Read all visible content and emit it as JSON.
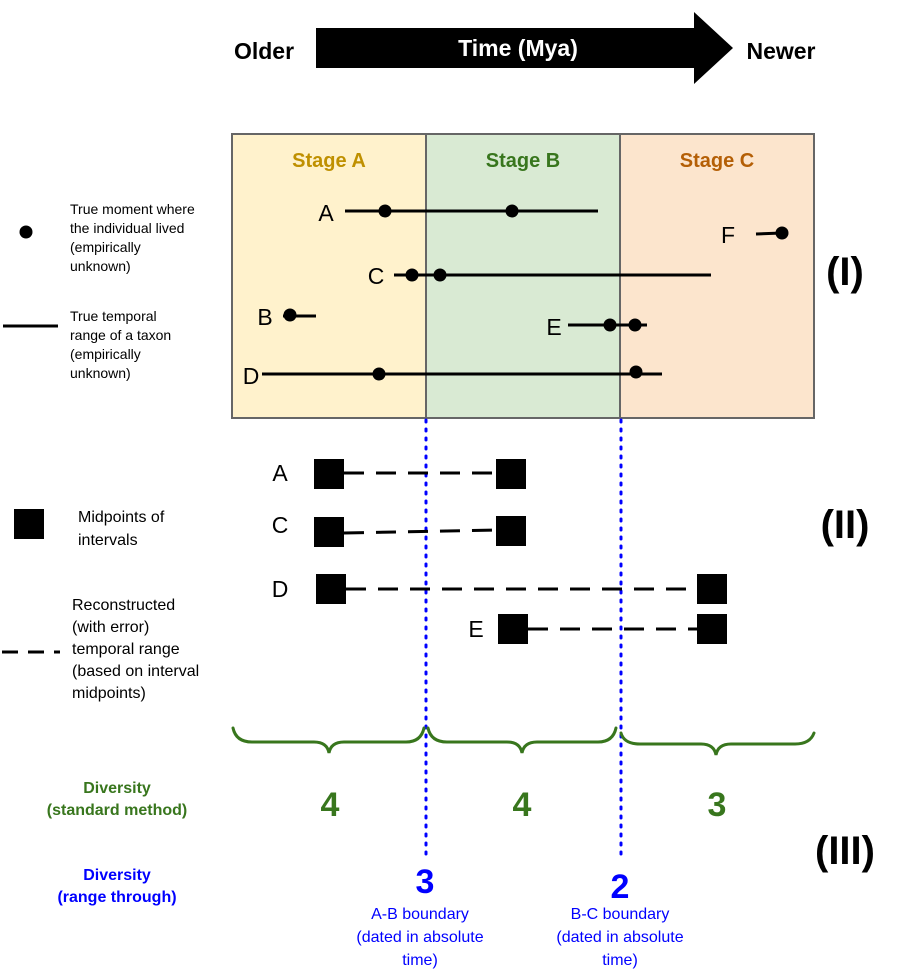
{
  "header": {
    "older": "Older",
    "time_label": "Time (Mya)",
    "newer": "Newer"
  },
  "colors": {
    "stage_a_fill": "#fff2cc",
    "stage_a_text": "#bf9000",
    "stage_b_fill": "#d9ead3",
    "stage_b_text": "#38761d",
    "stage_c_fill": "#fce5cd",
    "stage_c_text": "#b45f06",
    "border": "#666666",
    "diversity_standard": "#38761d",
    "diversity_range": "#0000ff",
    "boundary_line": "#0000ff"
  },
  "stages": {
    "a": "Stage A",
    "b": "Stage B",
    "c": "Stage C"
  },
  "legend": {
    "dot": [
      "True moment where",
      "the individual lived",
      "(empirically",
      "unknown)"
    ],
    "line": [
      "True temporal",
      "range of a taxon",
      "(empirically",
      "unknown)"
    ],
    "square": [
      "Midpoints of",
      "intervals"
    ],
    "dash": [
      "Reconstructed",
      "(with error)",
      "temporal range",
      "(based on interval",
      "midpoints)"
    ]
  },
  "panel_labels": {
    "one": "(I)",
    "two": "(II)",
    "three": "(III)"
  },
  "true_taxa": {
    "a": "A",
    "b": "B",
    "c": "C",
    "d": "D",
    "e": "E",
    "f": "F"
  },
  "reconstructed_taxa": {
    "a": "A",
    "c": "C",
    "d": "D",
    "e": "E"
  },
  "diversity": {
    "standard_label": [
      "Diversity",
      "(standard method)"
    ],
    "range_label": [
      "Diversity",
      "(range through)"
    ],
    "standard_values": [
      "4",
      "4",
      "3"
    ],
    "range_values": [
      "3",
      "2"
    ]
  },
  "boundaries": {
    "ab": [
      "A-B boundary",
      "(dated in absolute",
      "time)"
    ],
    "bc": [
      "B-C boundary",
      "(dated in absolute",
      "time)"
    ]
  }
}
